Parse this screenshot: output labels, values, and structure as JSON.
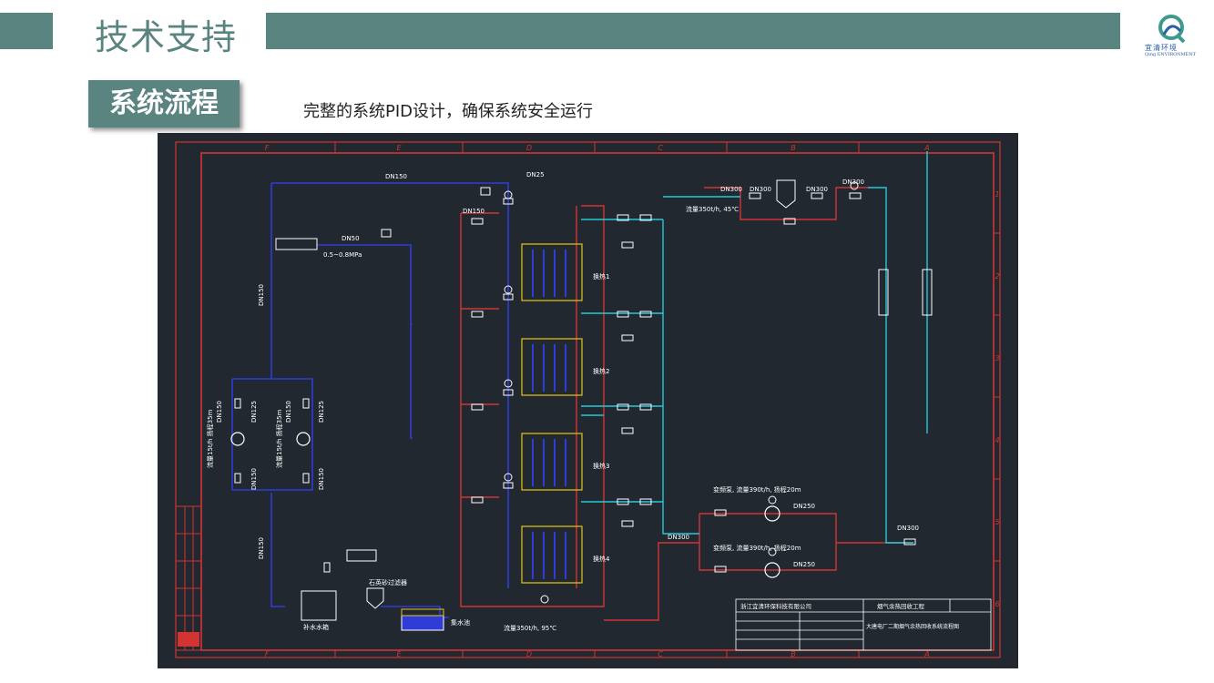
{
  "header": {
    "title": "技术支持"
  },
  "logo": {
    "text": "宜清环境",
    "subtext": "Qing ENVIRONMENT"
  },
  "section": {
    "title": "系统流程",
    "description": "完整的系统PID设计，确保系统安全运行"
  },
  "diagram": {
    "columns": [
      "F",
      "E",
      "D",
      "C",
      "B",
      "A"
    ],
    "rows": [
      "1",
      "2",
      "3",
      "4",
      "5",
      "6"
    ],
    "labels": {
      "dn150_top": "DN150",
      "dn150_side": "DN150",
      "dn150_lower": "DN150",
      "dn50": "DN50",
      "pressure": "0.5~0.8MPa",
      "dn150_valve": "DN150",
      "dn300_a": "DN300",
      "dn300_b": "DN300",
      "dn300_c": "DN300",
      "dn300_d": "DN300",
      "dn300_e": "DN300",
      "dn300_f": "DN300",
      "flow_cold": "流量350t/h, 45℃",
      "flow_hot": "流量350t/h, 95℃",
      "pump_spec1": "变频泵, 流量390t/h, 扬程20m",
      "pump_spec2": "变频泵, 流量390t/h, 扬程20m",
      "dn250_a": "DN250",
      "dn250_b": "DN250",
      "dn25": "DN25",
      "hx1": "换热1",
      "hx2": "换热2",
      "hx3": "换热3",
      "hx4": "换热4",
      "tank": "补水水箱",
      "filter": "石英砂过滤器",
      "pool": "集水池",
      "pump_l1": "流量15t/h 扬程35m",
      "pump_l2": "流量15t/h 扬程35m",
      "dn125_a": "DN125",
      "dn125_b": "DN125",
      "dn150_p1": "DN150",
      "dn150_p2": "DN150",
      "dn150_p3": "DN150",
      "dn150_p4": "DN150"
    },
    "title_block": {
      "company": "浙江宜清环保科技有限公司",
      "project": "烟气余热回收工程",
      "drawing": "大唐电厂二期烟气余热回收系统流程图"
    }
  }
}
